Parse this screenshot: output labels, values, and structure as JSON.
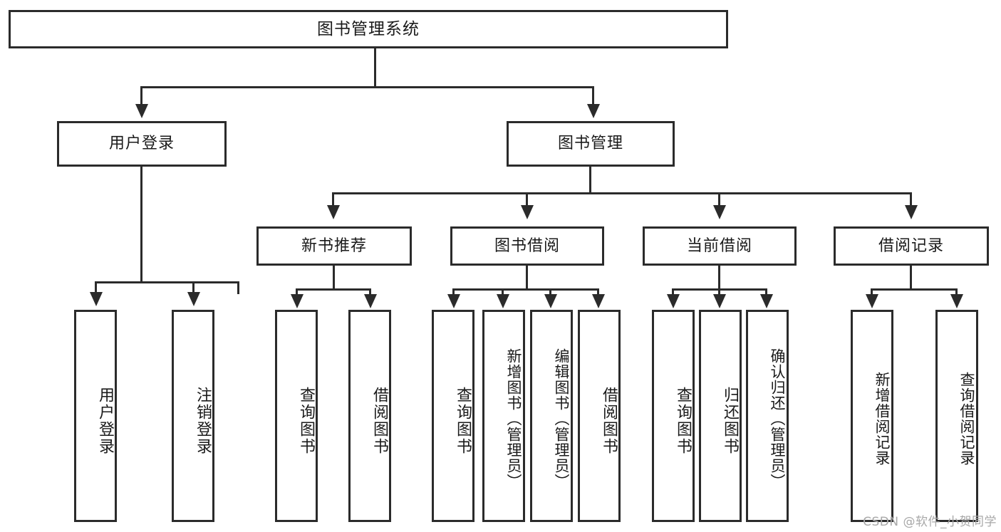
{
  "diagram": {
    "type": "tree-hierarchy",
    "title": "图书管理系统",
    "root": {
      "label": "图书管理系统"
    },
    "level2": [
      {
        "id": "user-login",
        "label": "用户登录"
      },
      {
        "id": "book-management",
        "label": "图书管理"
      }
    ],
    "level3": [
      {
        "id": "new-book-recommend",
        "label": "新书推荐",
        "parent": "book-management"
      },
      {
        "id": "book-borrow",
        "label": "图书借阅",
        "parent": "book-management"
      },
      {
        "id": "current-borrow",
        "label": "当前借阅",
        "parent": "book-management"
      },
      {
        "id": "borrow-record",
        "label": "借阅记录",
        "parent": "book-management"
      }
    ],
    "leaves": {
      "user_login": [
        {
          "id": "leaf-user-login",
          "label": "用户登录"
        },
        {
          "id": "leaf-user-logout",
          "label": "注销登录"
        }
      ],
      "new_book_recommend": [
        {
          "id": "leaf-query-book-1",
          "label": "查询图书"
        },
        {
          "id": "leaf-borrow-book-1",
          "label": "借阅图书"
        }
      ],
      "book_borrow": [
        {
          "id": "leaf-query-book-2",
          "label": "查询图书"
        },
        {
          "id": "leaf-add-book",
          "label": "新增图书（管理员）"
        },
        {
          "id": "leaf-edit-book",
          "label": "编辑图书（管理员）"
        },
        {
          "id": "leaf-borrow-book-2",
          "label": "借阅图书"
        }
      ],
      "current_borrow": [
        {
          "id": "leaf-query-book-3",
          "label": "查询图书"
        },
        {
          "id": "leaf-return-book",
          "label": "归还图书"
        },
        {
          "id": "leaf-confirm-return",
          "label": "确认归还（管理员）"
        }
      ],
      "borrow_record": [
        {
          "id": "leaf-add-record",
          "label": "新增借阅记录"
        },
        {
          "id": "leaf-query-record",
          "label": "查询借阅记录"
        }
      ]
    },
    "watermark": "CSDN @软件_小贺同学",
    "colors": {
      "stroke": "#2b2b2b",
      "fill": "#ffffff",
      "text": "#1a1a1a",
      "watermark": "#a8a8a8"
    }
  }
}
